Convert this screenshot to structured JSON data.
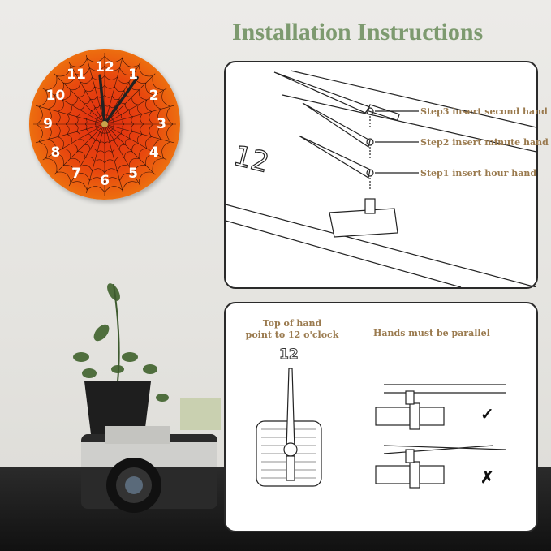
{
  "title": "Installation Instructions",
  "step_panel": {
    "step3": "Step3 insert second hand",
    "step2": "Step2 insert minute hand",
    "step1": "Step1 insert hour hand",
    "dial_number": "12"
  },
  "align_panel": {
    "top_label_line1": "Top of hand",
    "top_label_line2": "point to 12 o'clock",
    "parallel_label": "Hands must be parallel",
    "dial_number": "12",
    "correct_mark": "✓",
    "wrong_mark": "✗"
  },
  "clock": {
    "numbers": [
      "12",
      "1",
      "2",
      "3",
      "4",
      "5",
      "6",
      "7",
      "8",
      "9",
      "10",
      "11"
    ],
    "face_color": "#e8480e"
  }
}
